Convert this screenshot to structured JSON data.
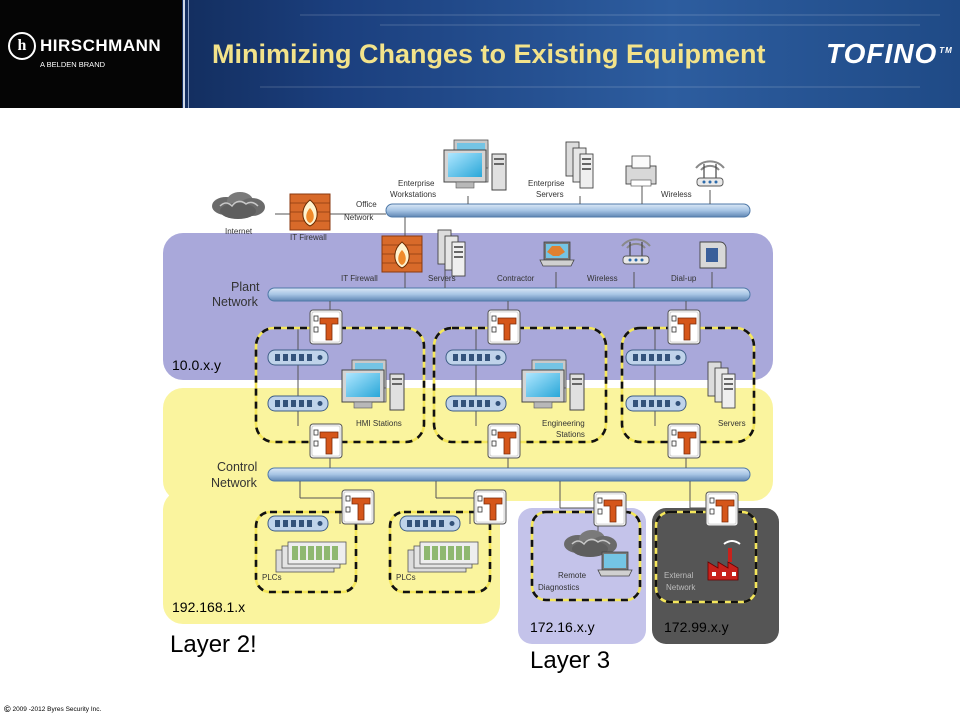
{
  "header": {
    "brand_name": "HIRSCHMANN",
    "brand_sub": "A BELDEN BRAND",
    "title": "Minimizing Changes to Existing Equipment",
    "product": "TOFINO",
    "product_tm": "TM"
  },
  "diagram": {
    "office": {
      "internet": "Internet",
      "it_firewall": "IT Firewall",
      "network_label_1": "Office",
      "network_label_2": "Network",
      "workstations_1": "Enterprise",
      "workstations_2": "Workstations",
      "servers_1": "Enterprise",
      "servers_2": "Servers",
      "wireless": "Wireless"
    },
    "plant": {
      "label_1": "Plant",
      "label_2": "Network",
      "it_firewall": "IT Firewall",
      "servers": "Servers",
      "contractor": "Contractor",
      "wireless": "Wireless",
      "dialup": "Dial-up",
      "subnet": "10.0.x.y"
    },
    "control": {
      "label_1": "Control",
      "label_2": "Network",
      "hmi": "HMI Stations",
      "eng_1": "Engineering",
      "eng_2": "Stations",
      "servers": "Servers",
      "plcs_1": "PLCs",
      "plcs_2": "PLCs",
      "subnet": "192.168.1.x",
      "layer": "Layer 2!"
    },
    "remote": {
      "label_1": "Remote",
      "label_2": "Diagnostics",
      "subnet": "172.16.x.y"
    },
    "external": {
      "label_1": "External",
      "label_2": "Network",
      "subnet": "172.99.x.y"
    },
    "layer3": "Layer 3"
  },
  "footer": {
    "copyright_mark": "©",
    "copyright": "2009 -2012  Byres  Security  Inc."
  },
  "colors": {
    "plant_zone": "#a9a8da",
    "control_zone": "#faf49e",
    "remote_zone": "#c4c3ea",
    "external_zone": "#555555",
    "bus": "#a6c4e4",
    "tofino_orange": "#e0701f",
    "highlight_border": "#f5e75a"
  }
}
